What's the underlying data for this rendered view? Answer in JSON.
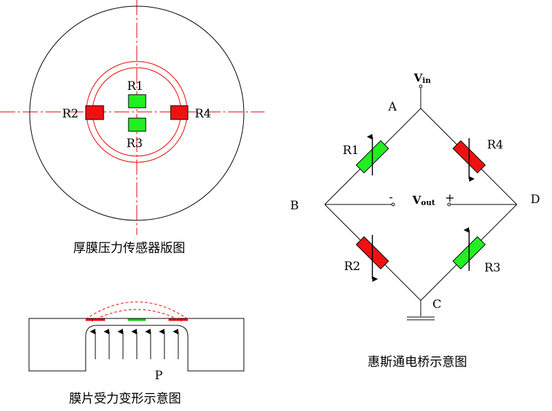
{
  "captions": {
    "thick_film_layout": "厚膜压力传感器版图",
    "diaphragm_deformation": "膜片受力变形示意图",
    "wheatstone_bridge": "惠斯通电桥示意图"
  },
  "top_view": {
    "r1": "R1",
    "r2": "R2",
    "r3": "R3",
    "r4": "R4"
  },
  "side_view": {
    "pressure_label": "P"
  },
  "bridge": {
    "vin_main": "V",
    "vin_sub": "in",
    "vout_main": "V",
    "vout_sub": "out",
    "minus": "-",
    "plus": "+",
    "node_a": "A",
    "node_b": "B",
    "node_c": "C",
    "node_d": "D",
    "r1": "R1",
    "r2": "R2",
    "r3": "R3",
    "r4": "R4"
  },
  "colors": {
    "compression": "#ff0000",
    "tension": "#00dd00",
    "centerline": "#dd0000",
    "line": "#000000"
  }
}
